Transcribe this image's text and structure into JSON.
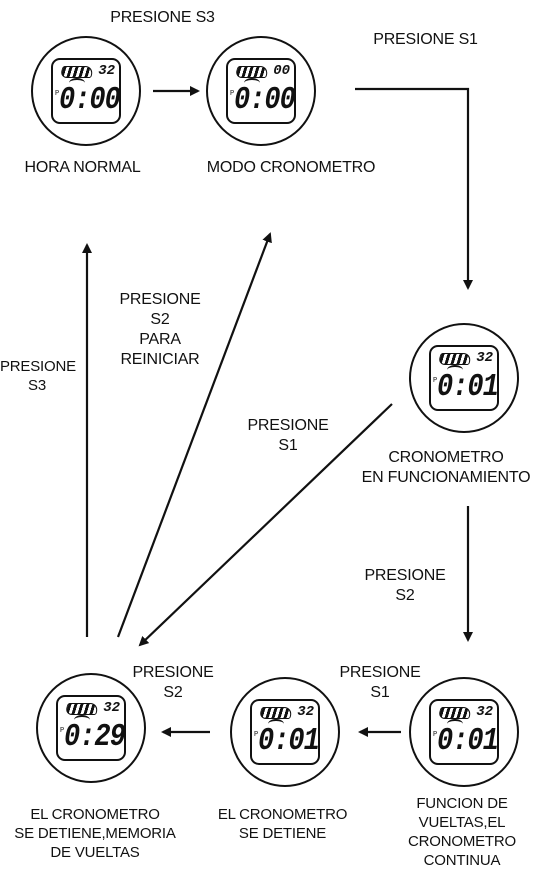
{
  "watches": {
    "w1": {
      "top": "32",
      "main": "0:00"
    },
    "w2": {
      "top": "00",
      "main": "0:00"
    },
    "w3": {
      "top": "32",
      "main": "0:01"
    },
    "w4": {
      "top": "32",
      "main": "0:01"
    },
    "w5": {
      "top": "32",
      "main": "0:01"
    },
    "w6": {
      "top": "32",
      "main": "0:29"
    }
  },
  "labels": {
    "hora_normal": "HORA NORMAL",
    "modo_cronometro": "MODO CRONOMETRO",
    "cronometro_funcionamiento": "CRONOMETRO\nEN FUNCIONAMIENTO",
    "funcion_vueltas": "FUNCION  DE\nVUELTAS,EL\nCRONOMETRO\nCONTINUA",
    "se_detiene": "EL CRONOMETRO\nSE DETIENE",
    "se_detiene_memoria": "EL CRONOMETRO\nSE DETIENE,MEMORIA\nDE VUELTAS"
  },
  "actions": {
    "presione_s3_top": "PRESIONE S3",
    "presione_s1_top": "PRESIONE S1",
    "presione_s2_reiniciar": "PRESIONE\nS2\nPARA\nREINICIAR",
    "presione_s3_left": "PRESIONE\nS3",
    "presione_s1_middle": "PRESIONE\nS1",
    "presione_s2_right": "PRESIONE\nS2",
    "presione_s2_bottom": "PRESIONE\nS2",
    "presione_s1_bottom": "PRESIONE\nS1"
  }
}
